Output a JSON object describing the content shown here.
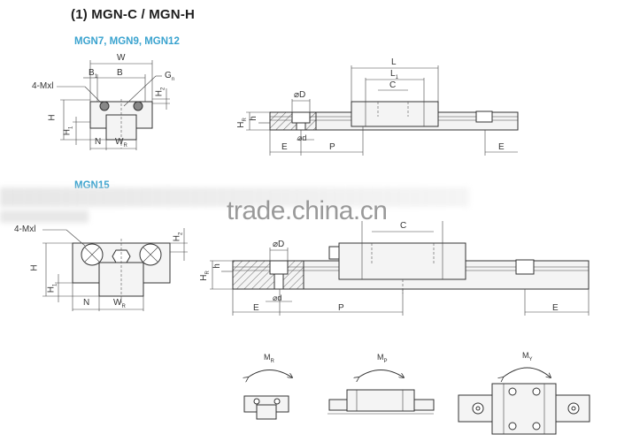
{
  "header": {
    "title": "(1) MGN-C / MGN-H"
  },
  "section_small": {
    "models_label": "MGN7, MGN9, MGN12",
    "front_view": {
      "labels": {
        "W": "W",
        "B1": "B",
        "B1_sub": "1",
        "B": "B",
        "G": "G",
        "G_sub": "n",
        "thread": "4-Mxl",
        "H": "H",
        "H1": "H",
        "H1_sub": "1",
        "H2": "H",
        "H2_sub": "2",
        "N": "N",
        "WR": "W",
        "WR_sub": "R"
      }
    },
    "side_view": {
      "labels": {
        "L": "L",
        "L1": "L",
        "L1_sub": "1",
        "C": "C",
        "phiD": "⌀D",
        "phid": "⌀d",
        "h": "h",
        "HR": "H",
        "HR_sub": "R",
        "E_left": "E",
        "P": "P",
        "E_right": "E"
      }
    }
  },
  "section_large": {
    "models_label": "MGN15",
    "front_view": {
      "labels": {
        "thread": "4-Mxl",
        "H": "H",
        "H1": "H",
        "H1_sub": "1",
        "H2": "H",
        "H2_sub": "2",
        "N": "N",
        "WR": "W",
        "WR_sub": "R"
      }
    },
    "side_view": {
      "labels": {
        "C": "C",
        "phiD": "⌀D",
        "phid": "⌀d",
        "h": "h",
        "HR": "H",
        "HR_sub": "R",
        "E_left": "E",
        "P": "P",
        "E_right": "E"
      }
    }
  },
  "moments": {
    "items": [
      {
        "label": "M",
        "sub": "R",
        "view": "front"
      },
      {
        "label": "M",
        "sub": "P",
        "view": "side"
      },
      {
        "label": "M",
        "sub": "Y",
        "view": "top"
      }
    ]
  },
  "watermark": {
    "text": "trade.china.cn"
  },
  "colors": {
    "accent_blue": "#3aa3cf",
    "line": "#333333",
    "background": "#ffffff"
  }
}
